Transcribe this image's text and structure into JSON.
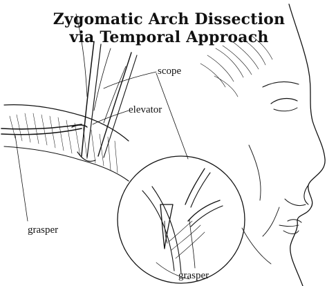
{
  "figure": {
    "title_line_1": "Zygomatic Arch Dissection",
    "title_line_2": "via Temporal Approach",
    "labels": {
      "scope": "scope",
      "elevator": "elevator",
      "grasper_left": "grasper",
      "grasper_bottom": "grasper"
    }
  },
  "colors": {
    "ink": "#111111",
    "background": "#ffffff"
  }
}
